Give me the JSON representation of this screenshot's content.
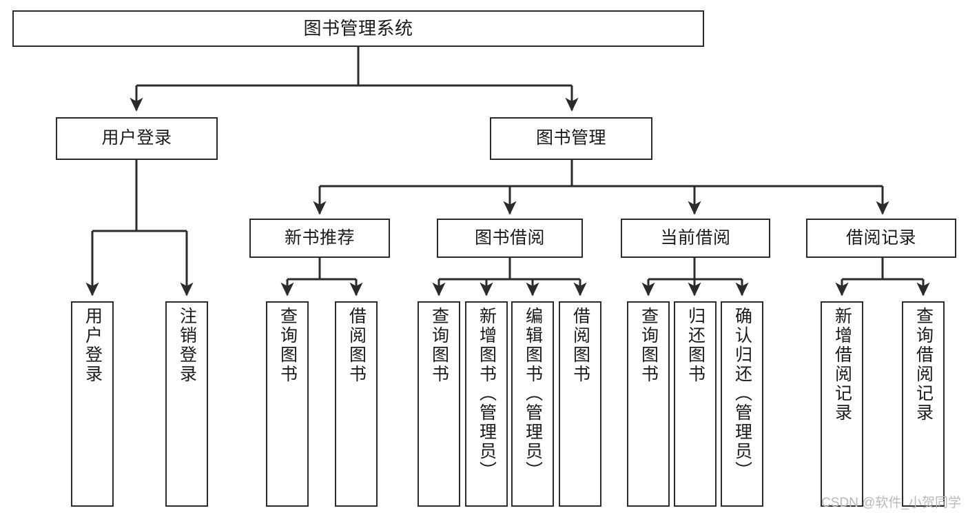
{
  "diagram": {
    "type": "tree",
    "title": "图书管理系统",
    "orientation": "top-down",
    "colors": {
      "node_border": "#2b2b2b",
      "node_fill": "#ffffff",
      "edge": "#2b2b2b",
      "text": "#1a1a1a",
      "watermark": "#b9b9b9",
      "background": "#ffffff"
    }
  },
  "watermark": {
    "text": "CSDN @软件_小贺同学"
  },
  "nodes": {
    "root": {
      "label": "图书管理系统"
    },
    "level2": [
      {
        "id": "user-login",
        "label": "用户登录"
      },
      {
        "id": "book-management",
        "label": "图书管理"
      }
    ],
    "level3": [
      {
        "id": "new-book-recommend",
        "label": "新书推荐"
      },
      {
        "id": "book-borrow",
        "label": "图书借阅"
      },
      {
        "id": "current-borrow",
        "label": "当前借阅"
      },
      {
        "id": "borrow-record",
        "label": "借阅记录"
      }
    ],
    "leaves": {
      "user_login": [
        {
          "id": "leaf-user-login",
          "label": "用户登录"
        },
        {
          "id": "leaf-logout-login",
          "label": "注销登录"
        }
      ],
      "new_book_recommend": [
        {
          "id": "leaf-query-book-1",
          "label": "查询图书"
        },
        {
          "id": "leaf-borrow-book-1",
          "label": "借阅图书"
        }
      ],
      "book_borrow": [
        {
          "id": "leaf-query-book-2",
          "label": "查询图书"
        },
        {
          "id": "leaf-add-book",
          "label": "新增图书（管理员）"
        },
        {
          "id": "leaf-edit-book",
          "label": "编辑图书（管理员）"
        },
        {
          "id": "leaf-borrow-book-2",
          "label": "借阅图书"
        }
      ],
      "current_borrow": [
        {
          "id": "leaf-query-book-3",
          "label": "查询图书"
        },
        {
          "id": "leaf-return-book",
          "label": "归还图书"
        },
        {
          "id": "leaf-confirm-return",
          "label": "确认归还（管理员）"
        }
      ],
      "borrow_record": [
        {
          "id": "leaf-add-record",
          "label": "新增借阅记录"
        },
        {
          "id": "leaf-query-record",
          "label": "查询借阅记录"
        }
      ]
    }
  }
}
